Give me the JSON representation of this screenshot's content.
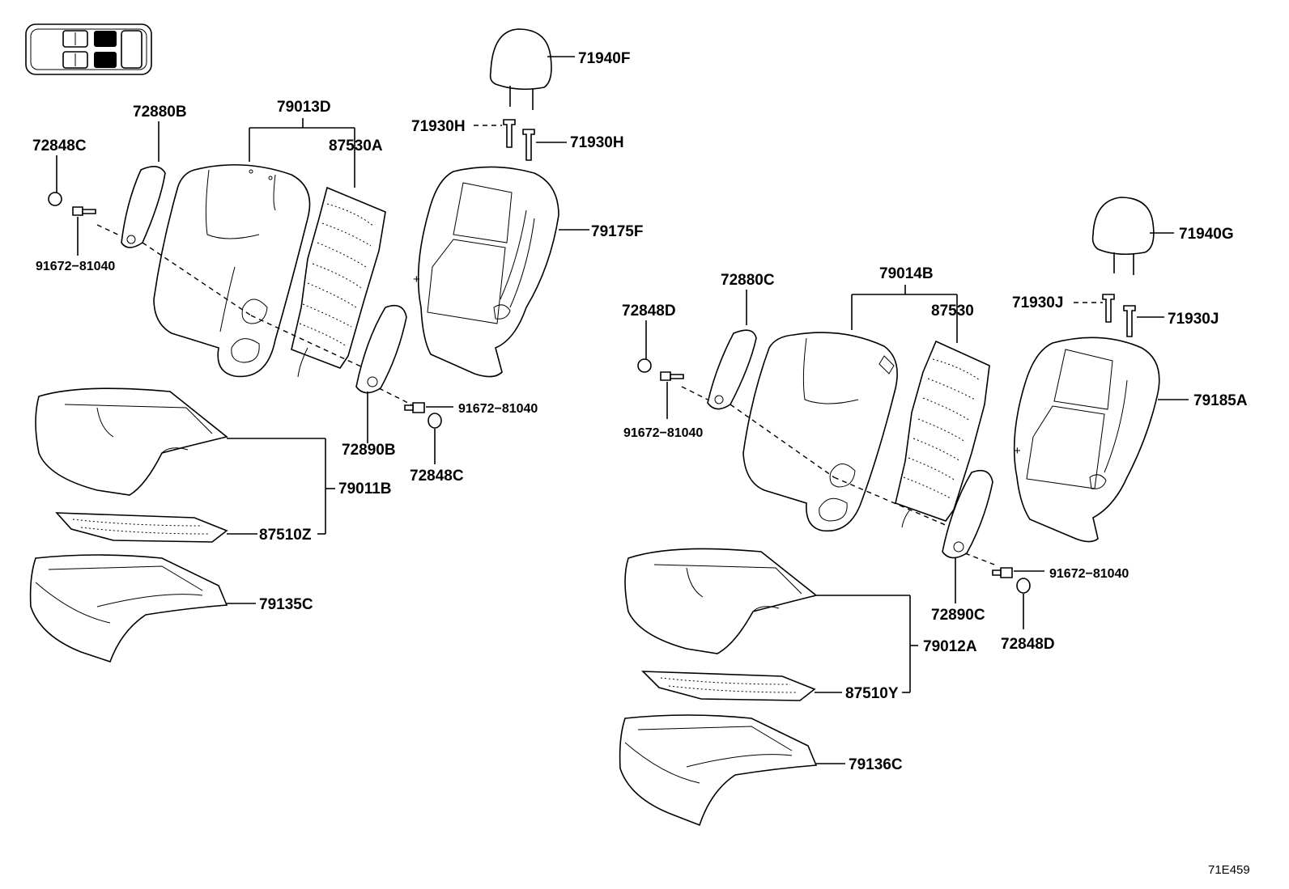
{
  "labels": {
    "l_71940F": "71940F",
    "l_71930H_a": "71930H",
    "l_71930H_b": "71930H",
    "l_72880B": "72880B",
    "l_79013D": "79013D",
    "l_72848C_a": "72848C",
    "l_87530A": "87530A",
    "l_79175F": "79175F",
    "l_91672_a": "91672−81040",
    "l_91672_b": "91672−81040",
    "l_72890B": "72890B",
    "l_72848C_b": "72848C",
    "l_79011B": "79011B",
    "l_87510Z": "87510Z",
    "l_79135C": "79135C",
    "l_71940G": "71940G",
    "l_71930J_a": "71930J",
    "l_71930J_b": "71930J",
    "l_72880C": "72880C",
    "l_79014B": "79014B",
    "l_72848D_a": "72848D",
    "l_87530": "87530",
    "l_79185A": "79185A",
    "l_91672_c": "91672−81040",
    "l_91672_d": "91672−81040",
    "l_72890C": "72890C",
    "l_72848D_b": "72848D",
    "l_79012A": "79012A",
    "l_87510Y": "87510Y",
    "l_79136C": "79136C"
  },
  "diagram_code": "71E459"
}
